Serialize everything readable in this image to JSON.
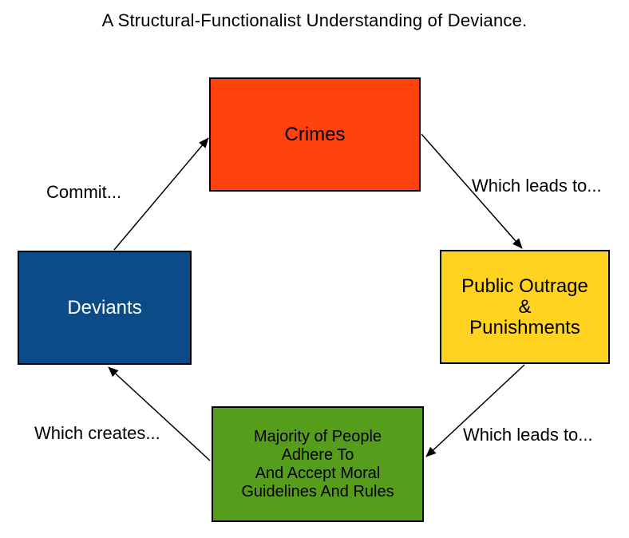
{
  "title": "A Structural-Functionalist Understanding of Deviance.",
  "nodes": {
    "crimes": {
      "label": "Crimes",
      "color": "#FF420E",
      "text_color": "#000000"
    },
    "outrage": {
      "label": "Public Outrage\n&\nPunishments",
      "color": "#FFD320",
      "text_color": "#000000"
    },
    "majority": {
      "label": "Majority of People\nAdhere To\nAnd Accept Moral\nGuidelines And Rules",
      "color": "#579D1C",
      "text_color": "#000000"
    },
    "deviants": {
      "label": "Deviants",
      "color": "#0B4B87",
      "text_color": "#FFFFFF"
    }
  },
  "edges": {
    "deviants_to_crimes": {
      "label": "Commit...",
      "from": "Deviants",
      "to": "Crimes"
    },
    "crimes_to_outrage": {
      "label": "Which leads to...",
      "from": "Crimes",
      "to": "Public Outrage & Punishments"
    },
    "outrage_to_majority": {
      "label": "Which leads to...",
      "from": "Public Outrage & Punishments",
      "to": "Majority of People Adhere To And Accept Moral Guidelines And Rules"
    },
    "majority_to_deviants": {
      "label": "Which creates...",
      "from": "Majority of People Adhere To And Accept Moral Guidelines And Rules",
      "to": "Deviants"
    }
  },
  "arrow_color": "#000000"
}
